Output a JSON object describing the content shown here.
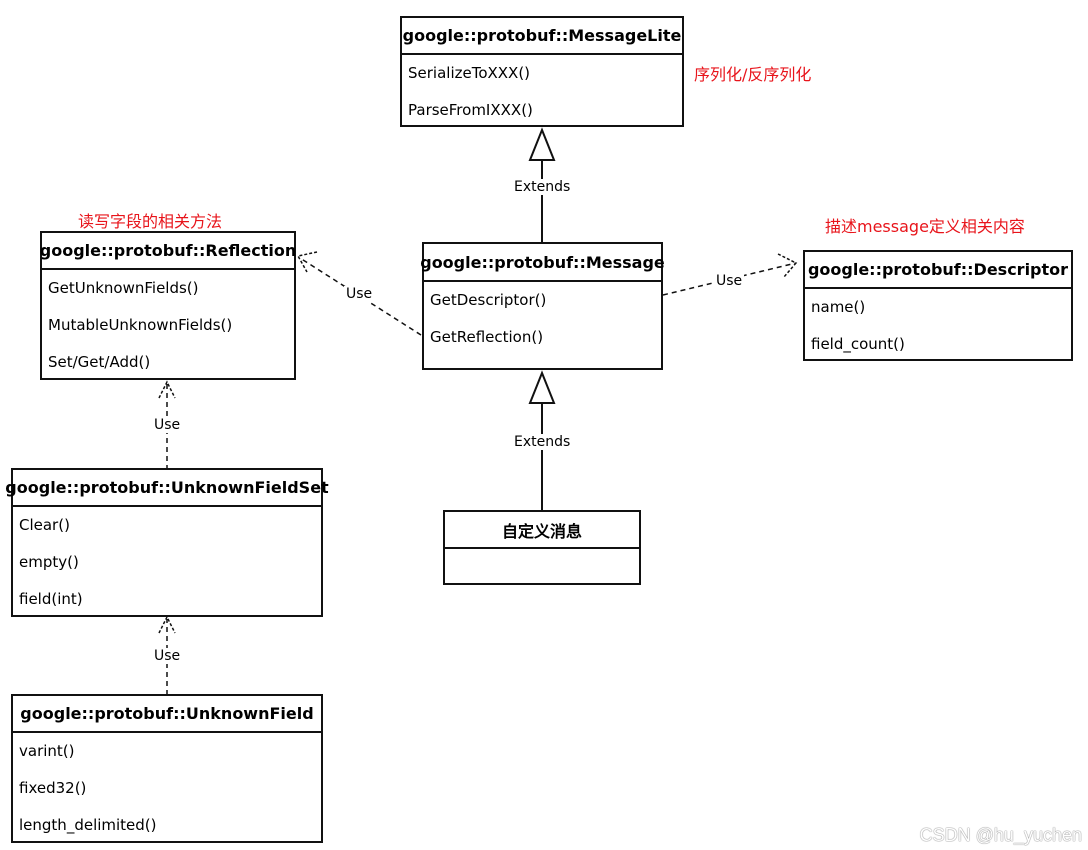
{
  "notes": {
    "serialize": "序列化/反序列化",
    "reflection": "读写字段的相关方法",
    "descriptor": "描述message定义相关内容"
  },
  "labels": {
    "extends_top": "Extends",
    "extends_bottom": "Extends",
    "use_reflection": "Use",
    "use_descriptor": "Use",
    "use_fieldset": "Use",
    "use_field": "Use"
  },
  "classes": {
    "message_lite": {
      "name": "google::protobuf::MessageLite",
      "methods": [
        "SerializeToXXX()",
        "ParseFromIXXX()"
      ]
    },
    "reflection": {
      "name": "google::protobuf::Reflection",
      "methods": [
        "GetUnknownFields()",
        "MutableUnknownFields()",
        "Set/Get/Add()"
      ]
    },
    "message": {
      "name": "google::protobuf::Message",
      "methods": [
        "GetDescriptor()",
        "GetReflection()"
      ]
    },
    "descriptor": {
      "name": "google::protobuf::Descriptor",
      "methods": [
        "name()",
        "field_count()"
      ]
    },
    "unknown_field_set": {
      "name": "google::protobuf::UnknownFieldSet",
      "methods": [
        "Clear()",
        "empty()",
        "field(int)"
      ]
    },
    "custom_message": {
      "name": "自定义消息",
      "methods": []
    },
    "unknown_field": {
      "name": "google::protobuf::UnknownField",
      "methods": [
        "varint()",
        "fixed32()",
        "length_delimited()"
      ]
    }
  },
  "watermark": "CSDN @hu_yuchen"
}
